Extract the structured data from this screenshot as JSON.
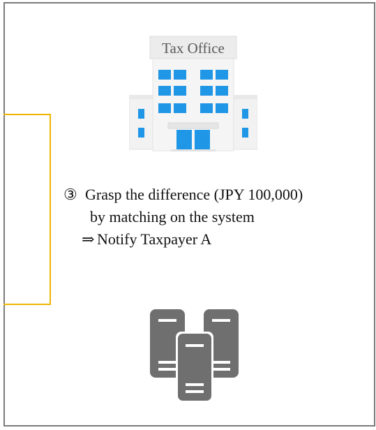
{
  "building": {
    "sign": "Tax Office",
    "icon": "tax-office-building-icon"
  },
  "note": {
    "step_marker": "③",
    "line1": "Grasp the difference (JPY 100,000)",
    "line2": "by matching on the system",
    "arrow": "⇒",
    "line3": "Notify Taxpayer A"
  },
  "servers": {
    "icon": "server-stack-icon"
  },
  "colors": {
    "frame_border": "#7a7a7a",
    "connector": "#f0b400",
    "building_window": "#1f96e6",
    "building_wall": "#f2f2f2",
    "server": "#6f6f6f",
    "text": "#111111"
  }
}
